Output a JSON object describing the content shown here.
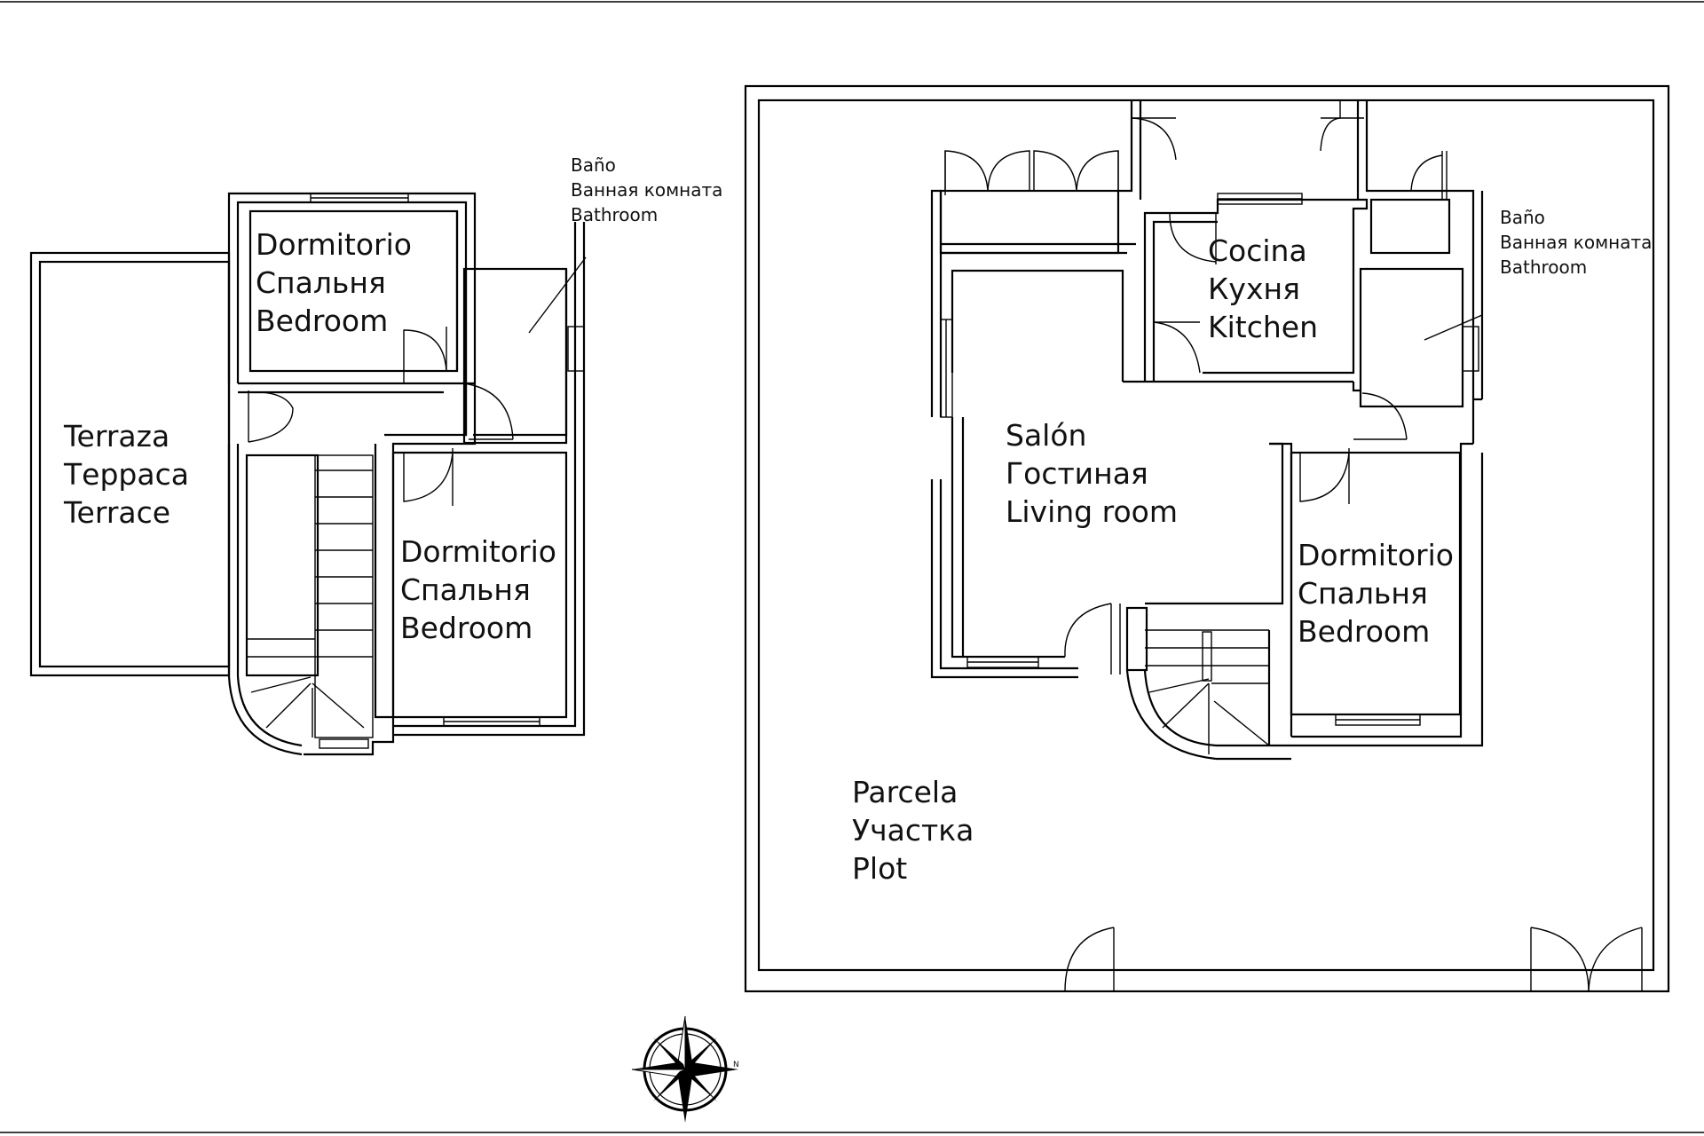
{
  "upper_floor": {
    "bedroom_top": [
      "Dormitorio",
      "Спальня",
      "Bedroom"
    ],
    "bathroom": [
      "Baño",
      "Ванная комната",
      "Bathroom"
    ],
    "terrace": [
      "Terraza",
      "Терраса",
      "Terrace"
    ],
    "bedroom_bottom": [
      "Dormitorio",
      "Спальня",
      "Bedroom"
    ]
  },
  "ground_floor": {
    "kitchen": [
      "Cocina",
      "Кухня",
      "Kitchen"
    ],
    "bathroom": [
      "Baño",
      "Ванная комната",
      "Bathroom"
    ],
    "living_room": [
      "Salón",
      "Гостиная",
      "Living room"
    ],
    "bedroom": [
      "Dormitorio",
      "Спальня",
      "Bedroom"
    ],
    "plot": [
      "Parcela",
      "Участка",
      "Plot"
    ]
  },
  "compass": {
    "north_letter": "N"
  },
  "colors": {
    "line": "#000000",
    "background": "#ffffff"
  }
}
